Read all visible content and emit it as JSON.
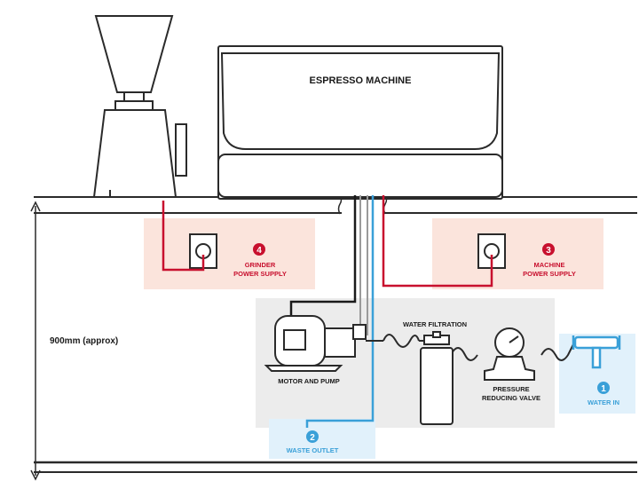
{
  "machine": {
    "label": "ESPRESSO MACHINE"
  },
  "dimension": {
    "label": "900mm (approx)"
  },
  "zones": {
    "grinder_power": {
      "number": "4",
      "label_line1": "GRINDER",
      "label_line2": "POWER SUPPLY"
    },
    "machine_power": {
      "number": "3",
      "label_line1": "MACHINE",
      "label_line2": "POWER SUPPLY"
    },
    "waste_outlet": {
      "number": "2",
      "label": "WASTE OUTLET"
    },
    "water_in": {
      "number": "1",
      "label": "WATER IN"
    }
  },
  "components": {
    "motor_pump": {
      "label": "MOTOR AND PUMP"
    },
    "water_filtration": {
      "label": "WATER FILTRATION"
    },
    "pressure_valve": {
      "label_line1": "PRESSURE",
      "label_line2": "REDUCING VALVE"
    }
  },
  "colors": {
    "power_red": "#c8102e",
    "power_zone": "#fbe4dc",
    "water_blue": "#3aa0d8",
    "water_zone": "#e1f1fb",
    "equipment_zone": "#ececec",
    "line": "#2a2a2a"
  }
}
